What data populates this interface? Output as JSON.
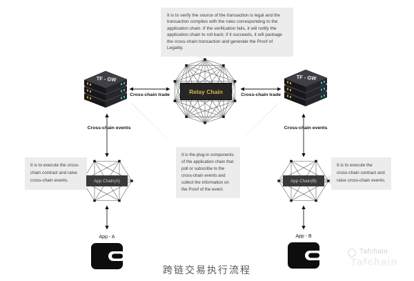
{
  "title": "跨链交易执行流程",
  "watermark": {
    "brand": "Tafchain"
  },
  "relay": {
    "label": "Relay Chain"
  },
  "gateways": {
    "left_label": "TF - GW",
    "right_label": "TF - GW"
  },
  "app_chains": {
    "left_label": "App Chain(A)",
    "right_label": "App Chain(B)"
  },
  "apps": {
    "left_label": "App - A",
    "right_label": "App - B"
  },
  "edge_labels": {
    "trade_left": "Cross-chain trade",
    "trade_right": "Cross-chain trade",
    "events_left": "Cross-chain events",
    "events_right": "Cross-chain events"
  },
  "callouts": {
    "top": "It is to verify the source of the transaction is legal and the transaction complies with the rules corresponding to the application chain. If the verification fails, it will notify the application chain to roll back; if it succeeds, it will package the cross-chain transaction and generate the Proof of Legality.",
    "center": "It is the plug-in components of the application chain that poll or subscribe to the cross-chain events and collect the information on the Proof of the event.",
    "left": "It is to execute the cross-chain contract and raise cross-chain events.",
    "right": "It is to execute the cross-chain contract and raise cross-chain events."
  },
  "colors": {
    "relay_box_bg": "#262626",
    "relay_text": "#d9b64a",
    "chain_box_bg": "#3a3a3a",
    "callout_bg": "#ececec",
    "mesh_line": "#4d4d4d",
    "arrow": "#1a1a1a",
    "led_yellow": "#d29d3d",
    "led_teal": "#3fb8c6"
  }
}
